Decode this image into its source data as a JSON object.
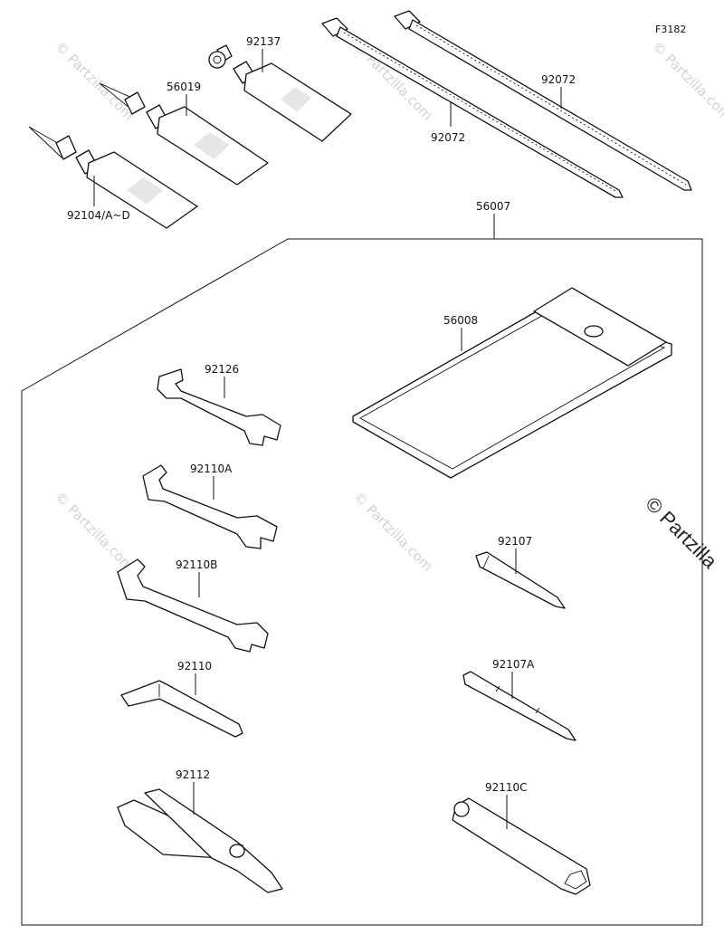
{
  "figure_code": "F3182",
  "watermarks": {
    "small": "© Partzilla.com",
    "large": "© Partzilla"
  },
  "parts": {
    "tube_large": "92104/A~D",
    "tube_medium": "56019",
    "tube_small": "92137",
    "tie_lower": "92072",
    "tie_upper": "92072",
    "tool_kit": "56007",
    "tool_bag": "56008",
    "wrench_a": "92126",
    "wrench_b": "92110A",
    "wrench_c": "92110B",
    "hex_wrench": "92110",
    "pliers": "92112",
    "screwdriver_a": "92107",
    "screwdriver_b": "92107A",
    "box_wrench": "92110C"
  }
}
